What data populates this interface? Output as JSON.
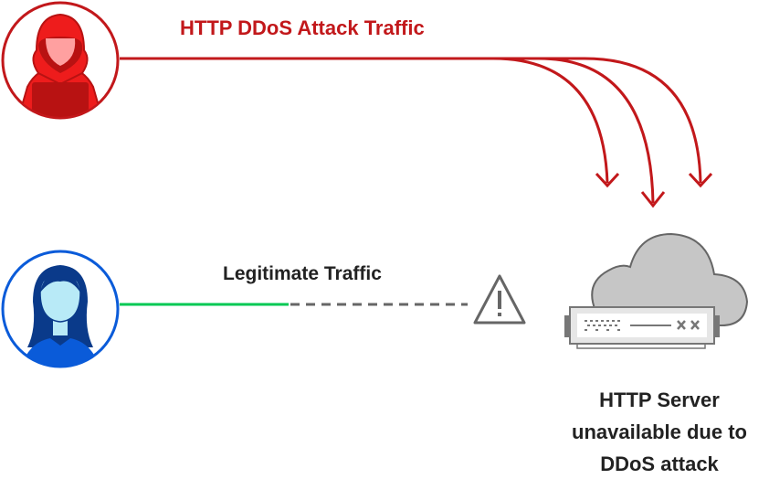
{
  "labels": {
    "attack": "HTTP DDoS Attack Traffic",
    "legit": "Legitimate Traffic",
    "server": [
      "HTTP Server",
      "unavailable due to",
      "DDoS attack"
    ]
  },
  "icons": {
    "attacker": "hooded-attacker-icon",
    "user": "user-icon",
    "warning": "warning-triangle-icon",
    "server": "cloud-server-icon"
  },
  "colors": {
    "attack": "#c2181b",
    "legit": "#00c853",
    "blocked": "#666666",
    "user": "#0a5bd9"
  }
}
